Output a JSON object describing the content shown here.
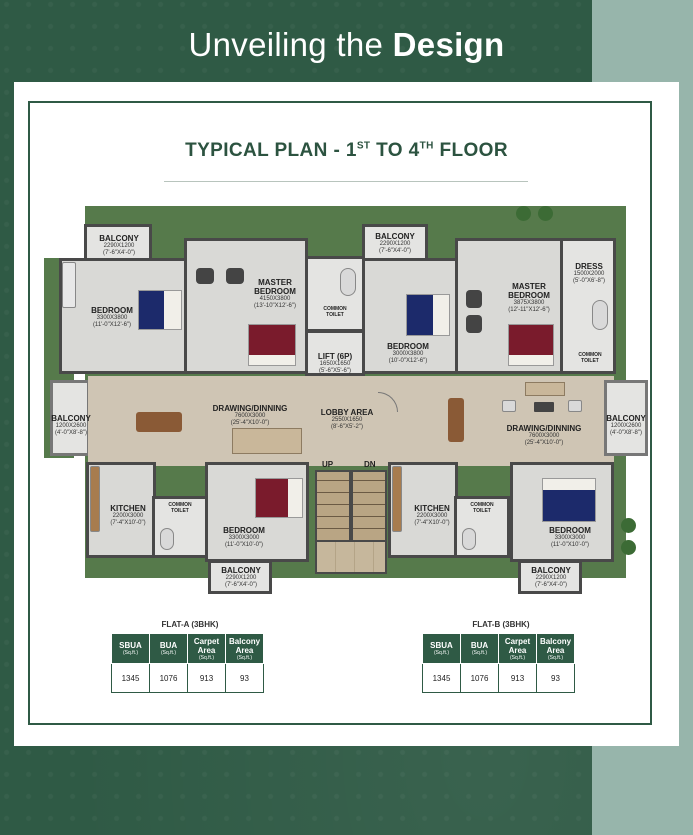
{
  "header": {
    "title_light": "Unveiling the ",
    "title_bold": "Design"
  },
  "plan_title": {
    "main": "TYPICAL PLAN - 1",
    "sup1": "ST",
    "mid": " TO 4",
    "sup2": "TH",
    "end": " FLOOR"
  },
  "rooms": {
    "balcony_tl": {
      "name": "BALCONY",
      "dims": "2290X1200",
      "imperial": "(7'-6\"X4'-0\")"
    },
    "bedroom_l": {
      "name": "BEDROOM",
      "dims": "3300X3800",
      "imperial": "(11'-0\"X12'-6\")"
    },
    "master_a": {
      "name": "MASTER\nBEDROOM",
      "dims": "4150X3800",
      "imperial": "(13'-10\"X12'-6\")"
    },
    "toilet_a": {
      "name": "COMMON\nTOILET"
    },
    "balcony_tc": {
      "name": "BALCONY",
      "dims": "2290X1200",
      "imperial": "(7'-6\"X4'-0\")"
    },
    "lift": {
      "name": "LIFT (6P)",
      "dims": "1650X1650",
      "imperial": "(5'-6\"X5'-6\")"
    },
    "bedroom_c": {
      "name": "BEDROOM",
      "dims": "3000X3800",
      "imperial": "(10'-0\"X12'-6\")"
    },
    "master_b": {
      "name": "MASTER\nBEDROOM",
      "dims": "3875X3800",
      "imperial": "(12'-11\"X12'-6\")"
    },
    "dress": {
      "name": "DRESS",
      "dims": "1500X2000",
      "imperial": "(5'-0\"X6'-8\")"
    },
    "toilet_b": {
      "name": "COMMON\nTOILET"
    },
    "balcony_l": {
      "name": "BALCONY",
      "dims": "1200X2600",
      "imperial": "(4'-0\"X8'-8\")"
    },
    "drawing_a": {
      "name": "DRAWING/DINNING",
      "dims": "7600X3000",
      "imperial": "(25'-4\"X10'-0\")"
    },
    "lobby": {
      "name": "LOBBY AREA",
      "dims": "2550X1650",
      "imperial": "(8'-6\"X5'-2\")"
    },
    "drawing_b": {
      "name": "DRAWING/DINNING",
      "dims": "7600X3000",
      "imperial": "(25'-4\"X10'-0\")"
    },
    "balcony_r": {
      "name": "BALCONY",
      "dims": "1200X2600",
      "imperial": "(4'-0\"X8'-8\")"
    },
    "kitchen_a": {
      "name": "KITCHEN",
      "dims": "2200X3000",
      "imperial": "(7'-4\"X10'-0\")"
    },
    "toilet_c": {
      "name": "COMMON\nTOILET"
    },
    "bedroom_bl": {
      "name": "BEDROOM",
      "dims": "3300X3000",
      "imperial": "(11'-0\"X10'-0\")"
    },
    "balcony_bl": {
      "name": "BALCONY",
      "dims": "2290X1200",
      "imperial": "(7'-6\"X4'-0\")"
    },
    "kitchen_b": {
      "name": "KITCHEN",
      "dims": "2200X3000",
      "imperial": "(7'-4\"X10'-0\")"
    },
    "toilet_d": {
      "name": "COMMON\nTOILET"
    },
    "bedroom_br": {
      "name": "BEDROOM",
      "dims": "3300X3000",
      "imperial": "(11'-0\"X10'-0\")"
    },
    "balcony_br": {
      "name": "BALCONY",
      "dims": "2290X1200",
      "imperial": "(7'-6\"X4'-0\")"
    },
    "stairs_up": "UP",
    "stairs_dn": "DN"
  },
  "flats": [
    {
      "title": "FLAT-A (3BHK)",
      "headers": [
        {
          "label": "SBUA",
          "unit": "(Sq.ft.)"
        },
        {
          "label": "BUA",
          "unit": "(Sq.ft.)"
        },
        {
          "label": "Carpet Area",
          "unit": "(Sq.ft.)"
        },
        {
          "label": "Balcony Area",
          "unit": "(Sq.ft.)"
        }
      ],
      "values": [
        "1345",
        "1076",
        "913",
        "93"
      ]
    },
    {
      "title": "FLAT-B (3BHK)",
      "headers": [
        {
          "label": "SBUA",
          "unit": "(Sq.ft.)"
        },
        {
          "label": "BUA",
          "unit": "(Sq.ft.)"
        },
        {
          "label": "Carpet Area",
          "unit": "(Sq.ft.)"
        },
        {
          "label": "Balcony Area",
          "unit": "(Sq.ft.)"
        }
      ],
      "values": [
        "1345",
        "1076",
        "913",
        "93"
      ]
    }
  ],
  "colors": {
    "brand_green": "#2f5a45",
    "side_strip": "#97b5ab",
    "landscape": "#567a4b"
  }
}
